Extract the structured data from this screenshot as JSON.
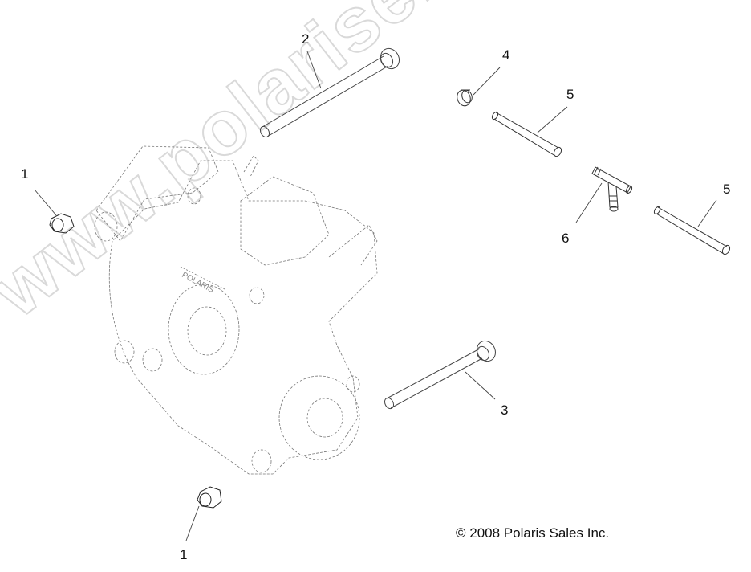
{
  "diagram": {
    "type": "exploded-parts-view",
    "subject": "Transmission / gearcase housing with mounting hardware",
    "copyright": "© 2008 Polaris Sales Inc.",
    "watermark": "www.polarisersatzteile.de",
    "housing_logo": "POLARIS",
    "callouts": [
      {
        "id": "c1a",
        "label": "1",
        "part": "flange nut (upper left)"
      },
      {
        "id": "c1b",
        "label": "1",
        "part": "flange nut (bottom)"
      },
      {
        "id": "c2",
        "label": "2",
        "part": "long bolt (top)"
      },
      {
        "id": "c3",
        "label": "3",
        "part": "long bolt (lower right)"
      },
      {
        "id": "c4",
        "label": "4",
        "part": "hose clamp"
      },
      {
        "id": "c5a",
        "label": "5",
        "part": "hose (upper)"
      },
      {
        "id": "c5b",
        "label": "5",
        "part": "hose (right)"
      },
      {
        "id": "c6",
        "label": "6",
        "part": "tee fitting"
      }
    ]
  }
}
